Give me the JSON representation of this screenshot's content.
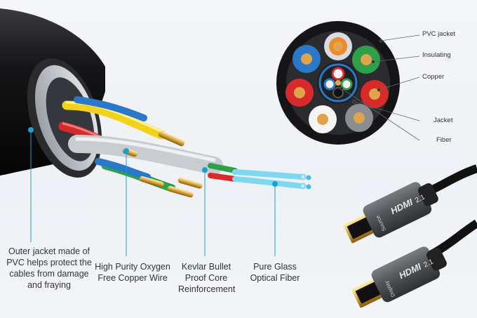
{
  "callouts": {
    "outer_jacket": "Outer jacket made of PVC helps protect the cables from damage and fraying",
    "copper_wire": "High Purity Oxygen Free Copper Wire",
    "kevlar": "Kevlar Bullet Proof Core Reinforcement",
    "glass_fiber": "Pure Glass Optical Fiber"
  },
  "cross_section_labels": {
    "pvc_jacket": "PVC jacket",
    "insulating": "Insulating",
    "copper": "Copper",
    "jacket": "Jacket",
    "fiber": "Fiber"
  },
  "connectors": {
    "top": {
      "brand": "HDMI",
      "version": "2.1",
      "side_label": "Source"
    },
    "bottom": {
      "brand": "HDMI",
      "version": "2.1",
      "side_label": "Display"
    }
  },
  "colors": {
    "accent_line": "#1aa0d8",
    "cable_black": "#1a1a1c",
    "wire_yellow": "#f2d21a",
    "wire_red": "#d82a2a",
    "wire_green": "#2fa04a",
    "wire_blue": "#2a78c8",
    "fiber_cyan": "#7fd8f0",
    "gold": "#d9a63a"
  }
}
